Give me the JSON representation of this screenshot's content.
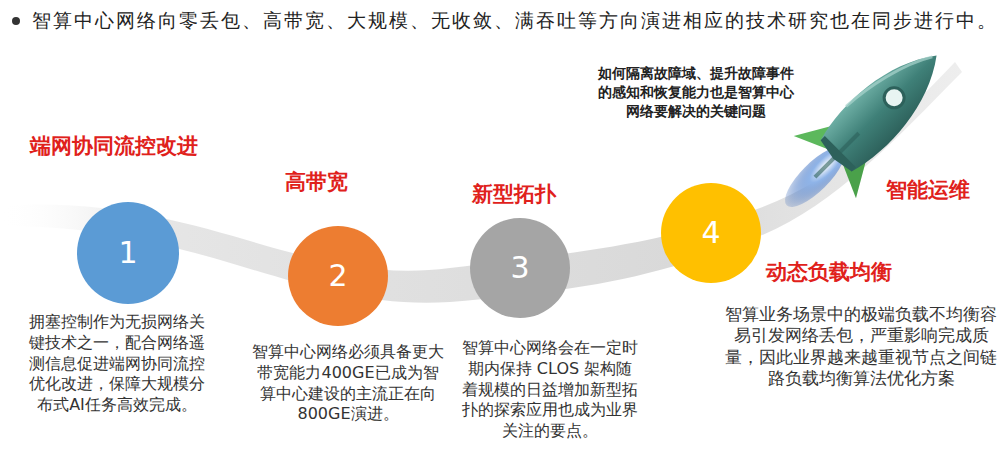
{
  "diagram": {
    "title": "智算中心网络向零丢包、高带宽、大规模、无收敛、满吞吐等方向演进相应的技术研究也在同步进行中。",
    "nodes": [
      {
        "text": [
          "端网协同流控改进",
          "1",
          "拥塞控制作为无损网络关键技术之一，配合网络遥测信息促进端网协同流控优化改进，保障大规模分布式AI任务高效完成。"
        ]
      },
      {
        "text": [
          "高带宽",
          "2",
          "智算中心网络必须具备更大带宽能力400GE已成为智算中心建设的主流正在向800GE演进。"
        ]
      },
      {
        "text": [
          "新型拓扑",
          "3",
          "智算中心网络会在一定时期内保持 CLOS 架构随着规模的日益增加新型拓扑的探索应用也成为业界关注的要点。"
        ]
      },
      {
        "text": [
          "动态负载均衡",
          "4",
          "智算业务场景中的极端负载不均衡容易引发网络丢包，严重影响完成质量，因此业界越来越重视节点之间链路负载均衡算法优化方案"
        ]
      }
    ],
    "labels": [
      "如何隔离故障域、提升故障事件的感知和恢复能力也是智算中心网络要解决的关键问题",
      "智能运维"
    ]
  }
}
